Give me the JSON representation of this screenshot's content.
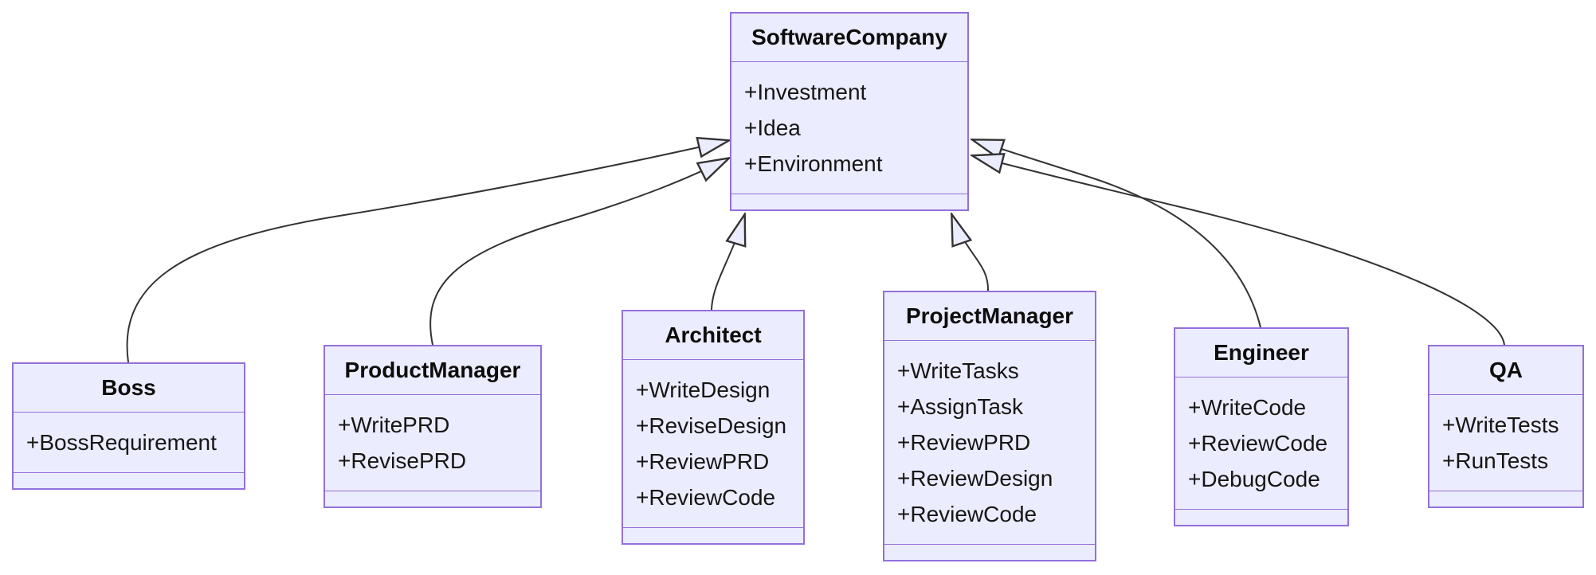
{
  "diagram": {
    "kind": "uml-class-diagram",
    "colors": {
      "box_fill": "#ECECFF",
      "box_border": "#9370DB",
      "edge_line": "#333333",
      "text": "#161616",
      "background": "#FFFFFF"
    },
    "classes": [
      {
        "name": "SoftwareCompany",
        "attributes": [
          "+Investment",
          "+Idea",
          "+Environment"
        ],
        "methods": []
      },
      {
        "name": "Boss",
        "attributes": [
          "+BossRequirement"
        ],
        "methods": []
      },
      {
        "name": "ProductManager",
        "attributes": [
          "+WritePRD",
          "+RevisePRD"
        ],
        "methods": []
      },
      {
        "name": "Architect",
        "attributes": [
          "+WriteDesign",
          "+ReviseDesign",
          "+ReviewPRD",
          "+ReviewCode"
        ],
        "methods": []
      },
      {
        "name": "ProjectManager",
        "attributes": [
          "+WriteTasks",
          "+AssignTask",
          "+ReviewPRD",
          "+ReviewDesign",
          "+ReviewCode"
        ],
        "methods": []
      },
      {
        "name": "Engineer",
        "attributes": [
          "+WriteCode",
          "+ReviewCode",
          "+DebugCode"
        ],
        "methods": []
      },
      {
        "name": "QA",
        "attributes": [
          "+WriteTests",
          "+RunTests"
        ],
        "methods": []
      }
    ],
    "relationships": [
      {
        "from": "Boss",
        "to": "SoftwareCompany",
        "type": "inheritance"
      },
      {
        "from": "ProductManager",
        "to": "SoftwareCompany",
        "type": "inheritance"
      },
      {
        "from": "Architect",
        "to": "SoftwareCompany",
        "type": "inheritance"
      },
      {
        "from": "ProjectManager",
        "to": "SoftwareCompany",
        "type": "inheritance"
      },
      {
        "from": "Engineer",
        "to": "SoftwareCompany",
        "type": "inheritance"
      },
      {
        "from": "QA",
        "to": "SoftwareCompany",
        "type": "inheritance"
      }
    ]
  }
}
